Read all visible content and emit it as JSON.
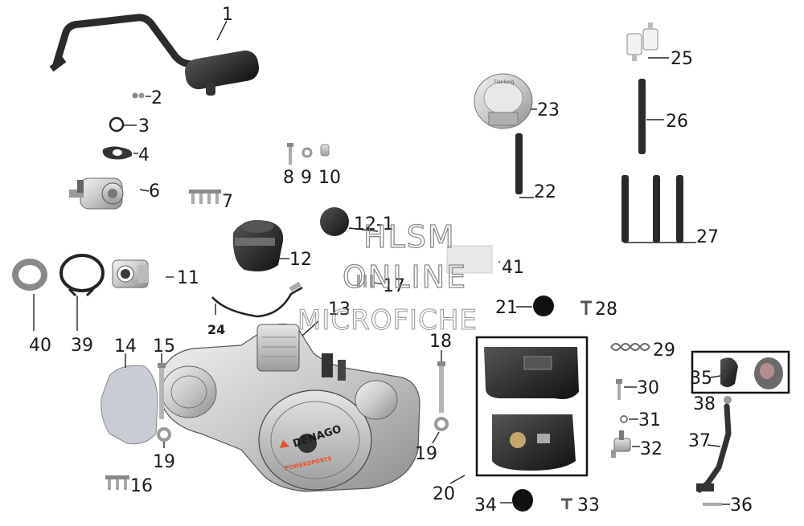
{
  "labels": {
    "n1": "1",
    "n2": "2",
    "n3": "3",
    "n4": "4",
    "n6": "6",
    "n7": "7",
    "n8": "8",
    "n9": "9",
    "n10": "10",
    "n11": "11",
    "n12": "12",
    "n12_1": "12-1",
    "n13": "13",
    "n14": "14",
    "n15": "15",
    "n16": "16",
    "n17": "17",
    "n18": "18",
    "n19a": "19",
    "n19b": "19",
    "n20": "20",
    "n21": "21",
    "n22": "22",
    "n23": "23",
    "n24": "24",
    "n25": "25",
    "n26": "26",
    "n27": "27",
    "n28": "28",
    "n29": "29",
    "n30": "30",
    "n31": "31",
    "n32": "32",
    "n33": "33",
    "n34": "34",
    "n35": "35",
    "n36": "36",
    "n37": "37",
    "n38": "38",
    "n39": "39",
    "n40": "40",
    "n41": "41"
  },
  "watermark": {
    "line1": "HLSM",
    "line2": "ONLINE",
    "line3": "MICROFICHE"
  },
  "engine_brand": "DENAGO",
  "engine_subtext": "POWERSPORTS",
  "fuel_cap_text": "Tianlong",
  "colors": {
    "accent_brand": "#e8502a",
    "frame_box": "#111111"
  }
}
